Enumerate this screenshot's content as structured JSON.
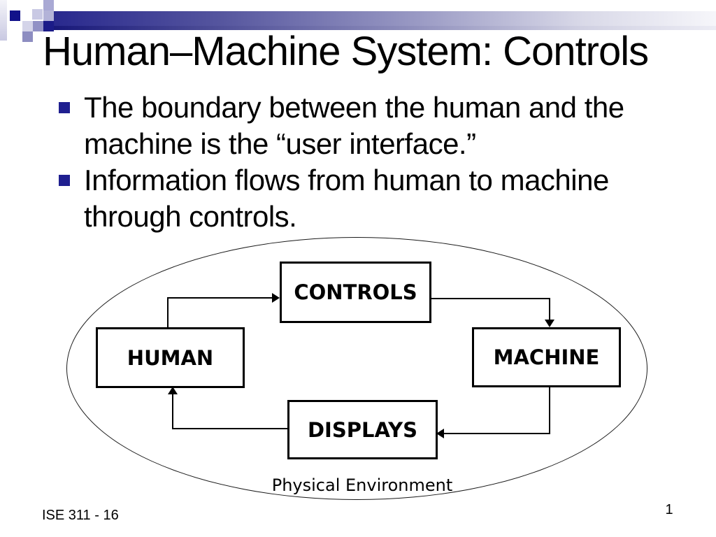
{
  "slide": {
    "title": "Human–Machine System: Controls",
    "bullets": [
      "The boundary between the human and the machine is the “user interface.”",
      "Information flows from human to machine through controls."
    ],
    "footer_left": "ISE 311 - 16",
    "page_number": "1"
  },
  "diagram": {
    "nodes": [
      {
        "id": "controls",
        "label": "CONTROLS"
      },
      {
        "id": "human",
        "label": "HUMAN"
      },
      {
        "id": "machine",
        "label": "MACHINE"
      },
      {
        "id": "displays",
        "label": "DISPLAYS"
      }
    ],
    "arrows": [
      "human→controls",
      "controls→machine",
      "machine→displays",
      "displays→human"
    ],
    "caption": "Physical Environment"
  },
  "colors": {
    "accent_navy": "#1f1f90",
    "banner_gradient_start": "#29298e",
    "banner_gradient_end": "#f6f6fa",
    "text": "#000000",
    "background": "#ffffff"
  }
}
